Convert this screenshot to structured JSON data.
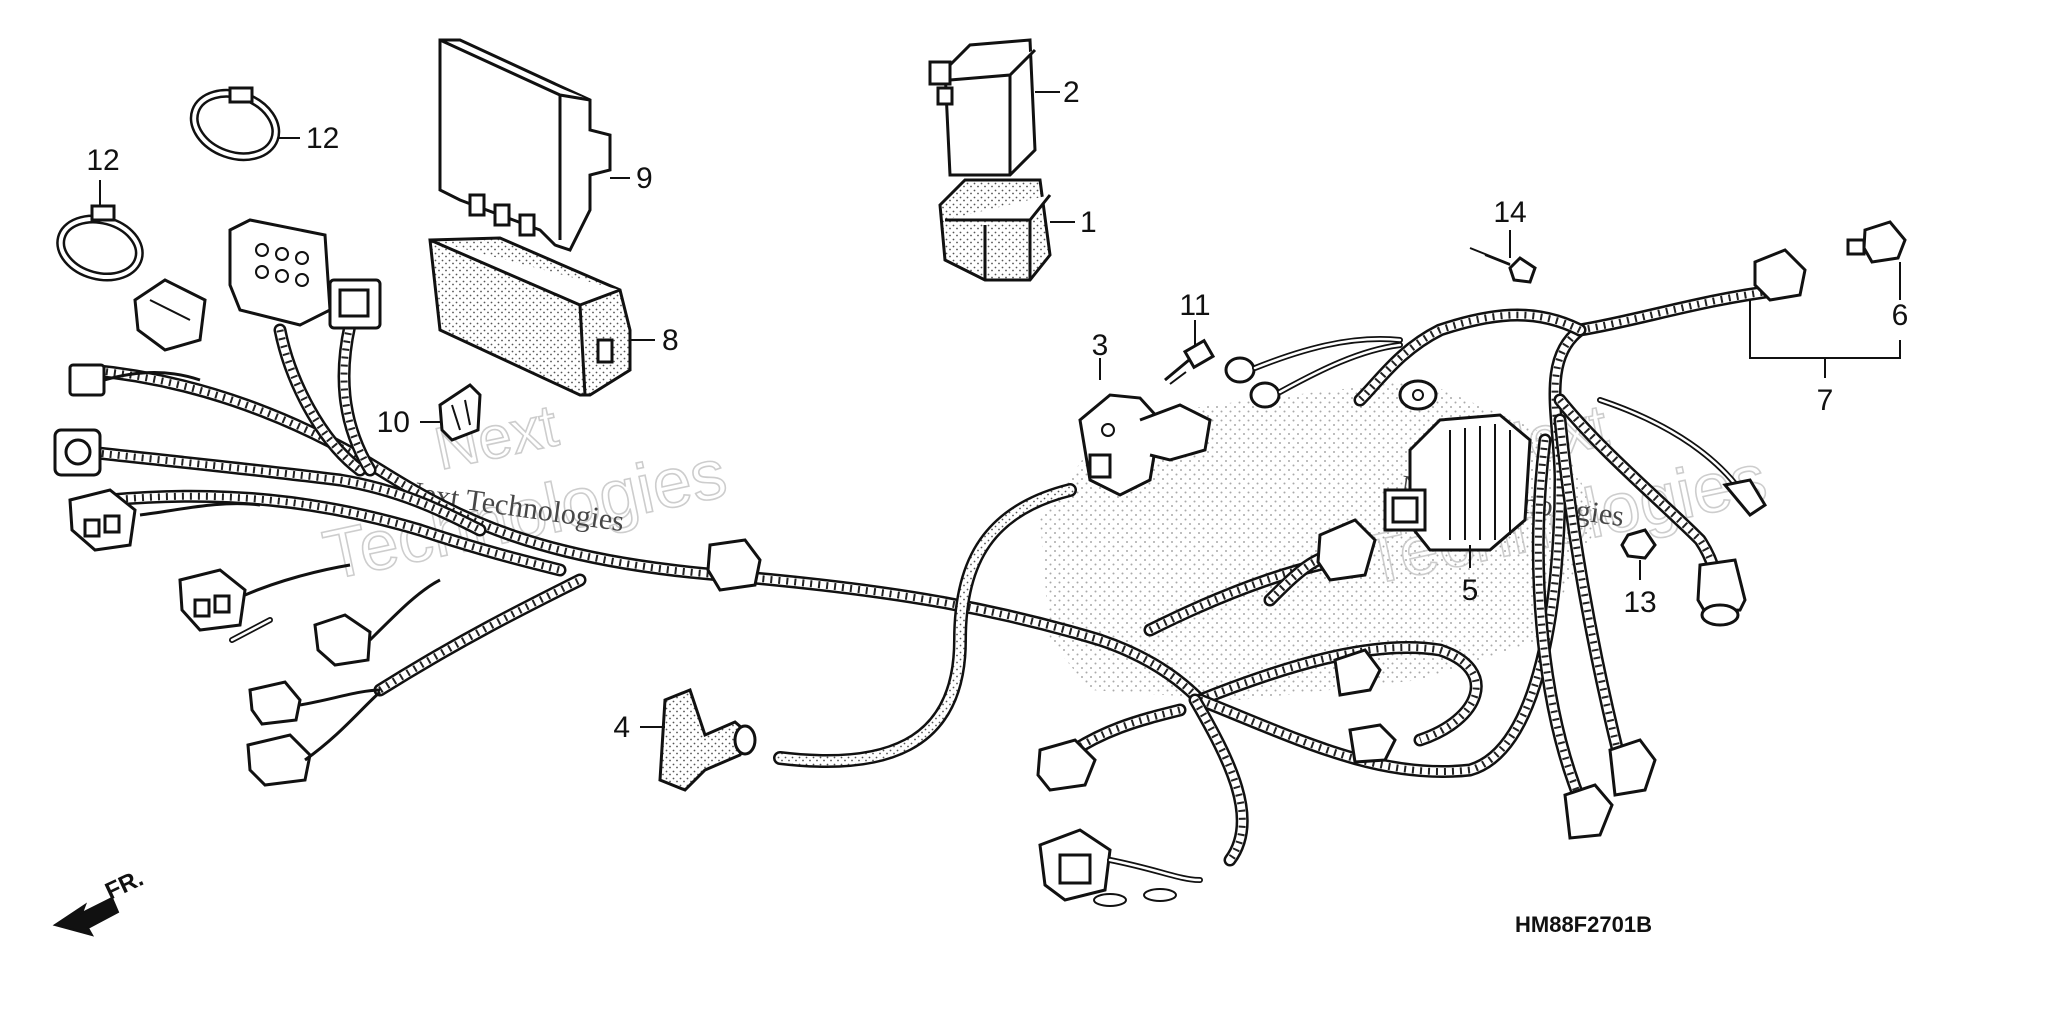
{
  "diagram_code": "HM88F2701B",
  "direction_label": "FR.",
  "watermark": {
    "brand_line1": "Next",
    "brand_line2": "Technologies",
    "overlay_text": "Next Technologies"
  },
  "callouts": {
    "p1": "1",
    "p2": "2",
    "p3": "3",
    "p4": "4",
    "p5": "5",
    "p6": "6",
    "p7": "7",
    "p8": "8",
    "p9": "9",
    "p10": "10",
    "p11": "11",
    "p12a": "12",
    "p12b": "12",
    "p13": "13",
    "p14": "14"
  }
}
